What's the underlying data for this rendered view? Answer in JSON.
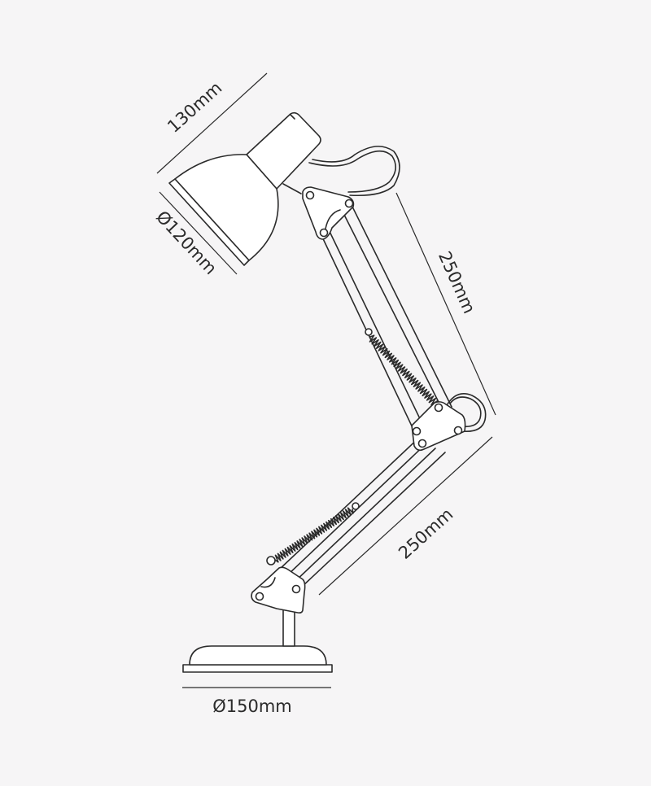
{
  "figure": {
    "subject": "desk-lamp-dimension-drawing",
    "colors": {
      "background": "#f6f5f6",
      "line": "#2b2b2b",
      "fill": "#ffffff"
    }
  },
  "dimensions": {
    "shade_length": "130mm",
    "shade_diameter": "Ø120mm",
    "upper_arm": "250mm",
    "lower_arm": "250mm",
    "base_diameter": "Ø150mm"
  }
}
